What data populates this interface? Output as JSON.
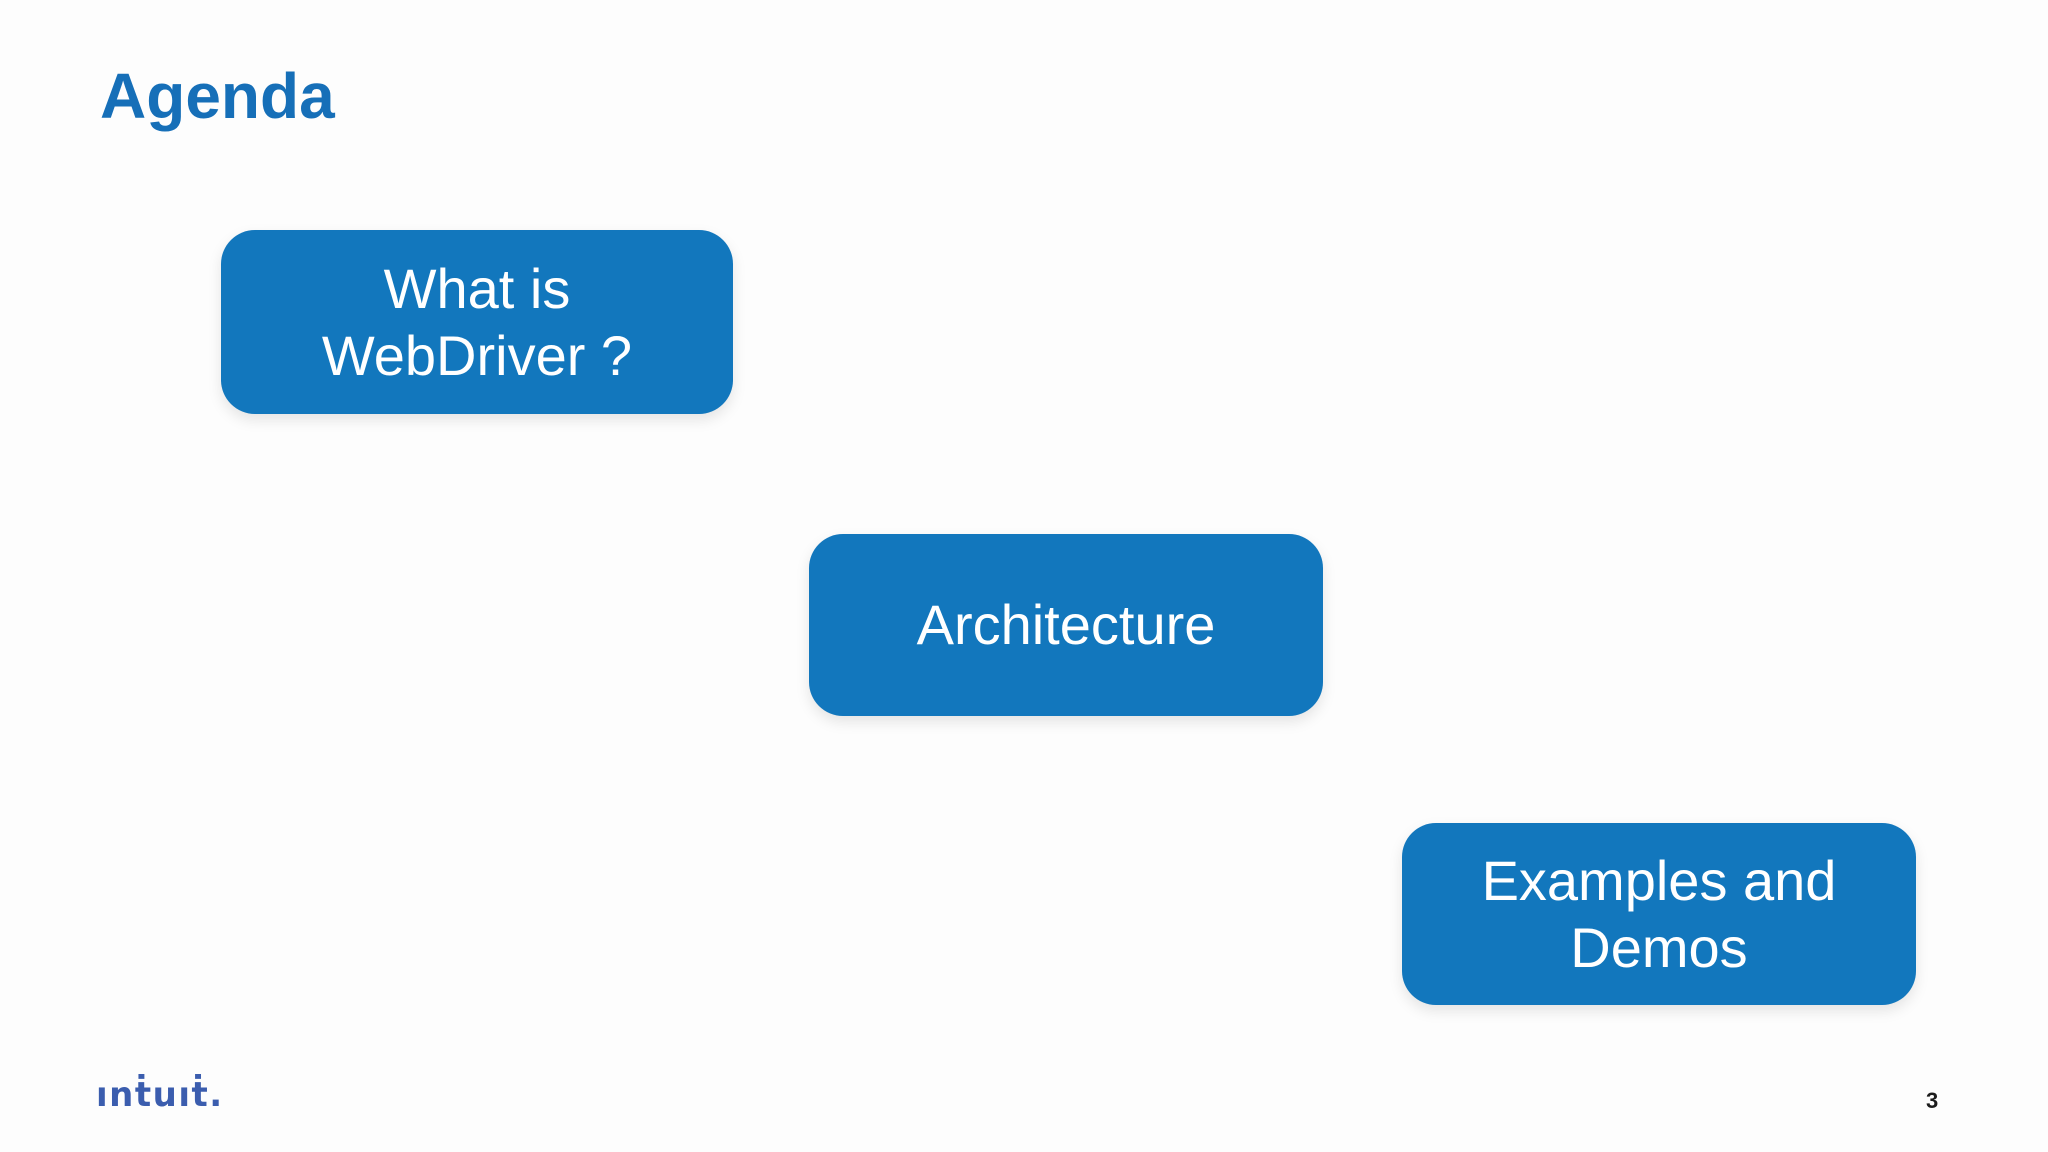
{
  "slide": {
    "title": "Agenda",
    "agenda_boxes": [
      {
        "label": "What is\nWebDriver ?"
      },
      {
        "label": "Architecture"
      },
      {
        "label": "Examples and\nDemos"
      }
    ],
    "footer": {
      "logo_text": "ınṫuıṫ.",
      "logo_brand": "intuit",
      "page_number": "3"
    }
  },
  "colors": {
    "box_blue": "#1277BD",
    "title_blue": "#166FB8",
    "logo_blue": "#3B5DAE",
    "page_number_color": "#1C1C1C",
    "background": "#FDFDFD",
    "box_text": "#FFFFFF"
  }
}
